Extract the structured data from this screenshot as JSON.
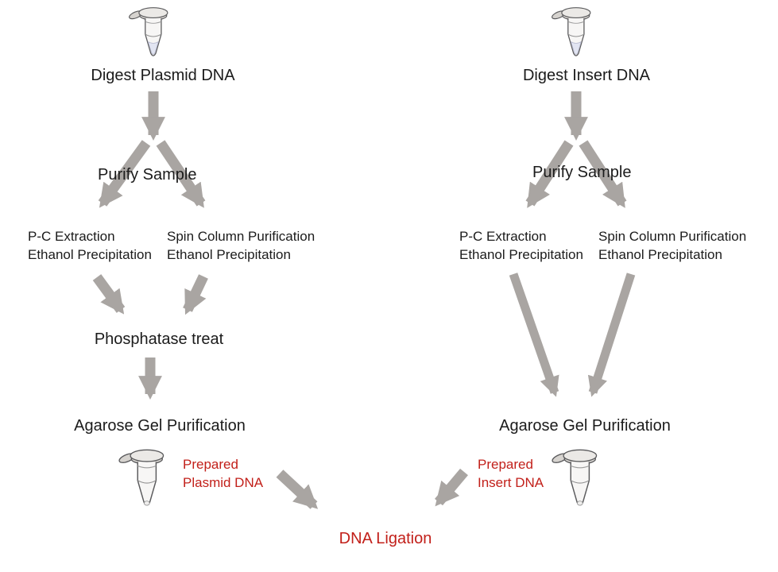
{
  "colors": {
    "arrow": "#a9a5a2",
    "text": "#1b1b1b",
    "red": "#c2201a",
    "background": "#ffffff"
  },
  "plasmid_branch": {
    "tube_icon": "microcentrifuge-tube",
    "start_label": "Digest Plasmid DNA",
    "purify_label": "Purify Sample",
    "option_left": {
      "line1": "P-C Extraction",
      "line2": "Ethanol Precipitation"
    },
    "option_right": {
      "line1": "Spin Column Purification",
      "line2": "Ethanol Precipitation"
    },
    "phosphatase_label": "Phosphatase treat",
    "gel_label": "Agarose Gel Purification",
    "product": {
      "line1": "Prepared",
      "line2": "Plasmid DNA"
    }
  },
  "insert_branch": {
    "tube_icon": "microcentrifuge-tube",
    "start_label": "Digest Insert DNA",
    "purify_label": "Purify Sample",
    "option_left": {
      "line1": "P-C Extraction",
      "line2": "Ethanol Precipitation"
    },
    "option_right": {
      "line1": "Spin Column Purification",
      "line2": "Ethanol Precipitation"
    },
    "gel_label": "Agarose Gel Purification",
    "product": {
      "line1": "Prepared",
      "line2": "Insert DNA"
    }
  },
  "final_step": {
    "label": "DNA Ligation"
  }
}
